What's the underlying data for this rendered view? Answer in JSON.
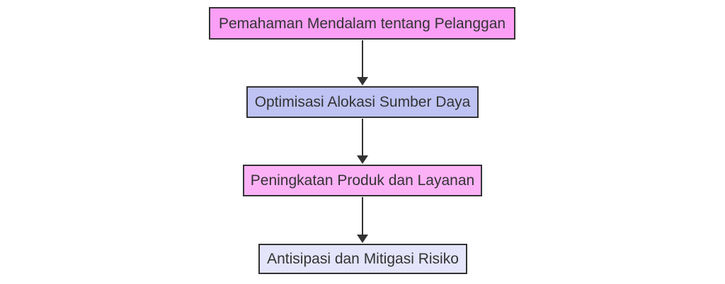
{
  "diagram": {
    "type": "flowchart",
    "direction": "top-down",
    "background_color": "#ffffff",
    "border_color": "#333333",
    "text_color": "#333333",
    "edge_color": "#333333",
    "nodes": [
      {
        "id": "n1",
        "label": "Pemahaman Mendalam tentang Pelanggan",
        "fill": "#fa9ff5"
      },
      {
        "id": "n2",
        "label": "Optimisasi Alokasi Sumber Daya",
        "fill": "#bec3f3"
      },
      {
        "id": "n3",
        "label": "Peningkatan Produk dan Layanan",
        "fill": "#fcb1f7"
      },
      {
        "id": "n4",
        "label": "Antisipasi dan Mitigasi Risiko",
        "fill": "#e4e5fa"
      }
    ],
    "edges": [
      {
        "from": "n1",
        "to": "n2",
        "style": "arrow-down"
      },
      {
        "from": "n2",
        "to": "n3",
        "style": "arrow-down"
      },
      {
        "from": "n3",
        "to": "n4",
        "style": "arrow-down"
      }
    ]
  }
}
